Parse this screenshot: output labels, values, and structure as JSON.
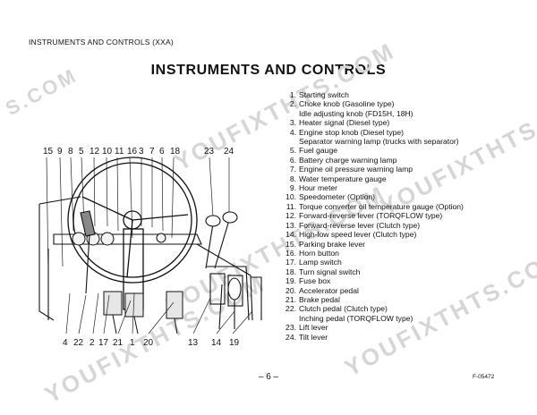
{
  "header": {
    "section": "INSTRUMENTS AND CONTROLS (XXA)"
  },
  "title": "INSTRUMENTS AND CONTROLS",
  "watermarks": [
    "YOUFIXTHTS.COM",
    "YOUFIXTHTS.COM",
    "YOUFIXTHTS.COM",
    "YOUFIXTHTS.COM",
    "S.COM",
    "YOUFIXTHTS.COM"
  ],
  "items": [
    {
      "num": "1.",
      "text": "Starting switch"
    },
    {
      "num": "2.",
      "text": "Choke knob (Gasoline type)",
      "sub": "Idle adjusting knob (FD15H, 18H)"
    },
    {
      "num": "3.",
      "text": "Heater signal (Diesel type)"
    },
    {
      "num": "4.",
      "text": "Engine stop knob (Diesel type)",
      "sub": "Separator warning lamp (trucks with separator)"
    },
    {
      "num": "5.",
      "text": "Fuel gauge"
    },
    {
      "num": "6.",
      "text": "Battery charge warning lamp"
    },
    {
      "num": "7.",
      "text": "Engine oil pressure warning lamp"
    },
    {
      "num": "8.",
      "text": "Water temperature gauge"
    },
    {
      "num": "9.",
      "text": "Hour meter"
    },
    {
      "num": "10.",
      "text": "Speedometer (Option)"
    },
    {
      "num": "11.",
      "text": "Torque converter oil temperature gauge (Option)"
    },
    {
      "num": "12.",
      "text": "Forward-reverse lever (TORQFLOW type)"
    },
    {
      "num": "13.",
      "text": "Forward-reverse lever (Clutch type)"
    },
    {
      "num": "14.",
      "text": "High-low speed lever (Clutch type)"
    },
    {
      "num": "15.",
      "text": "Parking brake lever"
    },
    {
      "num": "16.",
      "text": "Horn button"
    },
    {
      "num": "17.",
      "text": "Lamp switch"
    },
    {
      "num": "18.",
      "text": "Turn signal switch"
    },
    {
      "num": "19.",
      "text": "Fuse box"
    },
    {
      "num": "20.",
      "text": "Accelerator pedal"
    },
    {
      "num": "21.",
      "text": "Brake pedal"
    },
    {
      "num": "22.",
      "text": "Clutch pedal (Clutch type)",
      "sub": "Inching pedal (TORQFLOW type)"
    },
    {
      "num": "23.",
      "text": "Lift lever"
    },
    {
      "num": "24.",
      "text": "Tilt lever"
    }
  ],
  "diagram": {
    "top_callouts": [
      "15",
      "9",
      "8",
      "5",
      "12",
      "10",
      "11",
      "16",
      "3",
      "7",
      "6",
      "18",
      "23",
      "24"
    ],
    "bottom_callouts": [
      "4",
      "22",
      "2",
      "17",
      "21",
      "1",
      "20",
      "13",
      "14",
      "19"
    ]
  },
  "footer": {
    "page": "– 6 –",
    "code": "F-05472"
  }
}
